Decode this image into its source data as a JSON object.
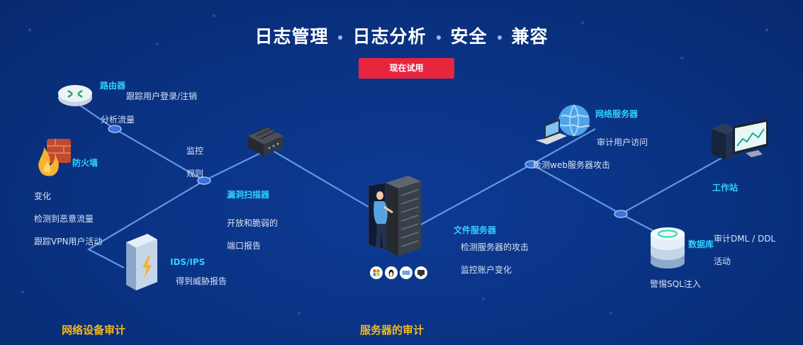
{
  "title": {
    "parts": [
      "日志管理",
      "日志分析",
      "安全",
      "兼容"
    ]
  },
  "cta": {
    "label": "现在试用"
  },
  "sections": {
    "network": "网络设备审计",
    "server": "服务器的审计"
  },
  "devices": {
    "router": {
      "name": "路由器",
      "desc": "跟踪用户登录/注销"
    },
    "firewall": {
      "name": "防火墙"
    },
    "scanner": {
      "name": "漏洞扫描器",
      "desc1": "开放和脆弱的",
      "desc2": "端口报告"
    },
    "ids": {
      "name": "IDS/IPS",
      "desc": "得到威胁报告"
    },
    "fileserver": {
      "name": "文件服务器",
      "desc1": "检测服务器的攻击",
      "desc2": "监控账户变化"
    },
    "webserver": {
      "name": "网络服务器",
      "desc1": "审计用户访问",
      "desc2": "检测web服务器攻击"
    },
    "workstation": {
      "name": "工作站"
    },
    "database": {
      "name": "数据库",
      "desc1": "审计DML / DDL",
      "desc2": "活动",
      "desc3": "警惕SQL注入"
    }
  },
  "network_labels": {
    "analyze": "分析流量",
    "monitor": "监控",
    "rules": "规则",
    "change": "变化",
    "malicious": "检测到恶意流量",
    "vpn": "跟踪VPN用户活动"
  },
  "os_icons": [
    "windows-icon",
    "linux-icon",
    "ibm-icon",
    "mac-icon"
  ],
  "colors": {
    "background": "#0b3486",
    "accent": "#e8243f",
    "highlight": "#2fd0ff",
    "section": "#f3b71f",
    "line": "#6ea1ec"
  }
}
